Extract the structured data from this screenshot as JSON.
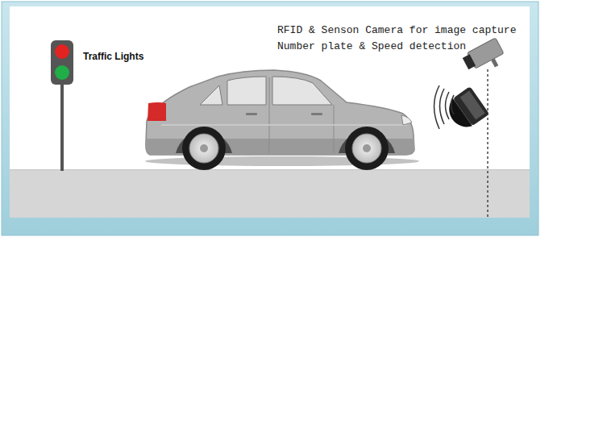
{
  "diagram": {
    "labels": [
      "Traffic Lights",
      "RFID & Senson Camera for image capture",
      "Number plate & Speed detection"
    ]
  }
}
